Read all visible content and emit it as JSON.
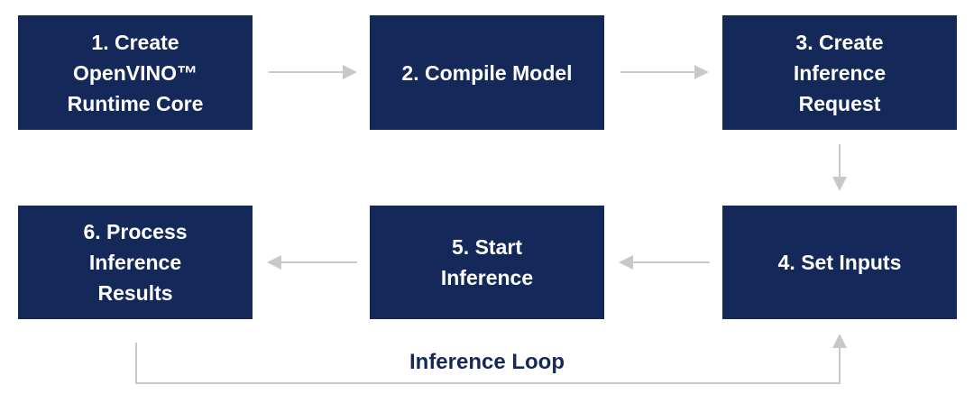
{
  "steps": [
    {
      "label": "1. Create\nOpenVINO™\nRuntime Core"
    },
    {
      "label": "2. Compile Model"
    },
    {
      "label": "3. Create\nInference\nRequest"
    },
    {
      "label": "4. Set Inputs"
    },
    {
      "label": "5. Start\nInference"
    },
    {
      "label": "6. Process\nInference\nResults"
    }
  ],
  "loop_label": "Inference Loop",
  "footer_text": "",
  "colors": {
    "box_fill": "#14295a",
    "box_text": "#ffffff",
    "arrow": "#c8c8c8",
    "loop_text": "#14295a"
  }
}
